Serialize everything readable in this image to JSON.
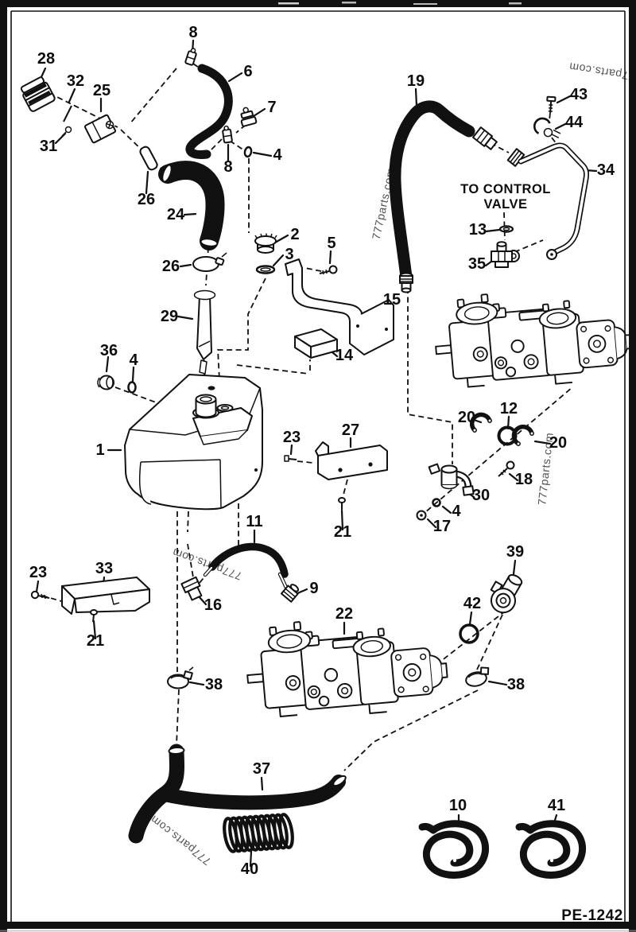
{
  "meta": {
    "drawing_number": "PE-1242",
    "watermark": "777parts.com"
  },
  "annotations": {
    "control_valve_line1": "TO CONTROL",
    "control_valve_line2": "VALVE"
  },
  "colors": {
    "ink": "#111111",
    "paper": "#ffffff",
    "watermark": "#2b2b2b"
  },
  "callouts": [
    {
      "text": "8"
    },
    {
      "text": "28"
    },
    {
      "text": "32"
    },
    {
      "text": "25"
    },
    {
      "text": "6"
    },
    {
      "text": "7"
    },
    {
      "text": "31"
    },
    {
      "text": "26"
    },
    {
      "text": "24"
    },
    {
      "text": "8"
    },
    {
      "text": "4"
    },
    {
      "text": "2"
    },
    {
      "text": "3"
    },
    {
      "text": "5"
    },
    {
      "text": "26"
    },
    {
      "text": "15"
    },
    {
      "text": "29"
    },
    {
      "text": "14"
    },
    {
      "text": "36"
    },
    {
      "text": "4"
    },
    {
      "text": "1"
    },
    {
      "text": "23"
    },
    {
      "text": "27"
    },
    {
      "text": "21"
    },
    {
      "text": "19"
    },
    {
      "text": "43"
    },
    {
      "text": "44"
    },
    {
      "text": "34"
    },
    {
      "text": "13"
    },
    {
      "text": "35"
    },
    {
      "text": "20"
    },
    {
      "text": "12"
    },
    {
      "text": "20"
    },
    {
      "text": "18"
    },
    {
      "text": "30"
    },
    {
      "text": "4"
    },
    {
      "text": "17"
    },
    {
      "text": "11"
    },
    {
      "text": "9"
    },
    {
      "text": "16"
    },
    {
      "text": "23"
    },
    {
      "text": "33"
    },
    {
      "text": "21"
    },
    {
      "text": "22"
    },
    {
      "text": "39"
    },
    {
      "text": "42"
    },
    {
      "text": "38"
    },
    {
      "text": "38"
    },
    {
      "text": "37"
    },
    {
      "text": "40"
    },
    {
      "text": "10"
    },
    {
      "text": "41"
    }
  ]
}
